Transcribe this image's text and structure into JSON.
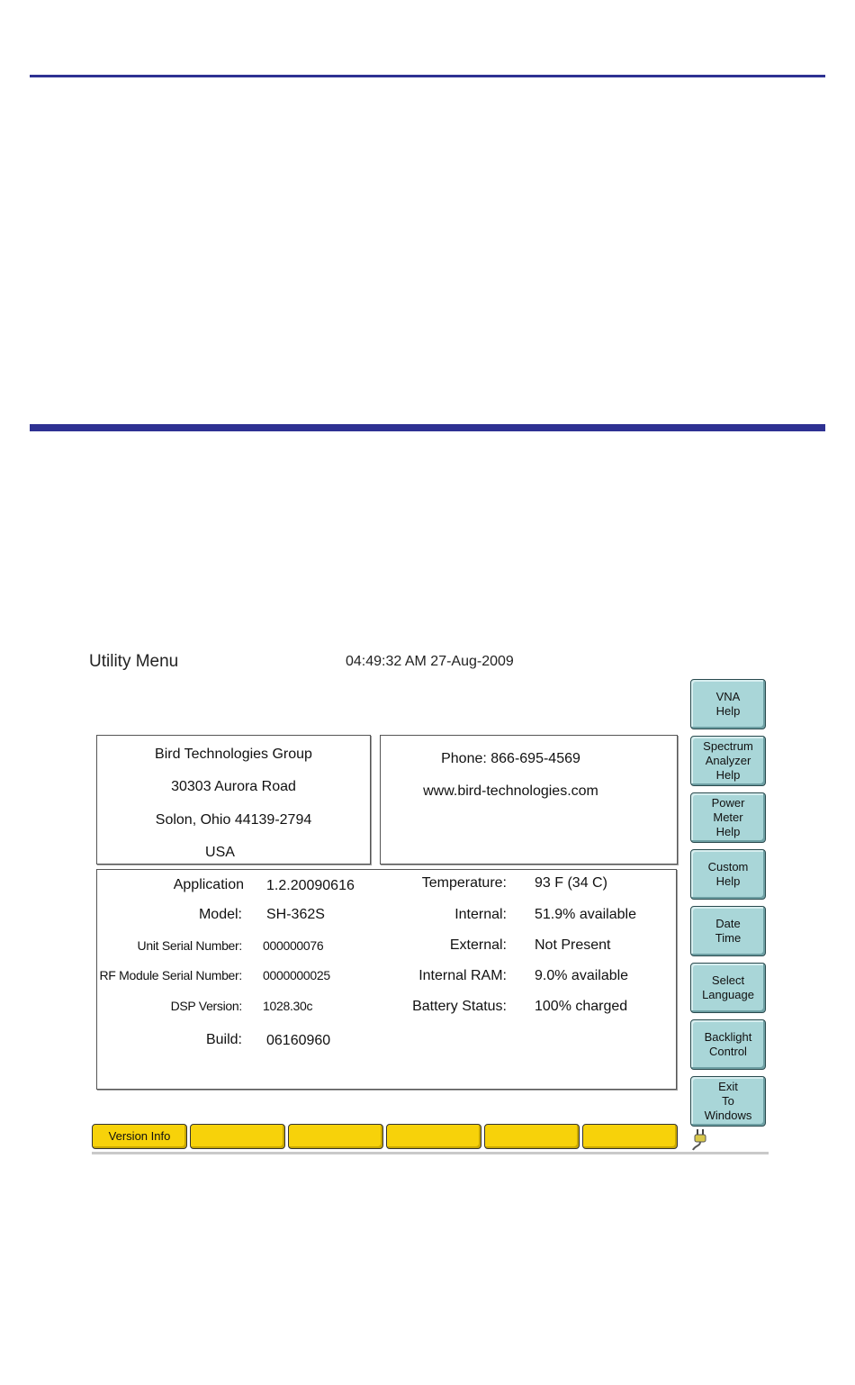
{
  "screen": {
    "title": "Utility Menu",
    "datetime": "04:49:32 AM 27-Aug-2009"
  },
  "address": {
    "line1": "Bird Technologies Group",
    "line2": "30303 Aurora Road",
    "line3": "Solon, Ohio 44139-2794",
    "line4": "USA"
  },
  "contact": {
    "phone": "Phone: 866-695-4569",
    "website": "www.bird-technologies.com"
  },
  "info": {
    "left": [
      {
        "label": "Application",
        "value": "1.2.20090616"
      },
      {
        "label": "Model:",
        "value": "SH-362S"
      },
      {
        "label": "Unit Serial Number:",
        "value": "000000076"
      },
      {
        "label": "RF Module Serial Number:",
        "value": "0000000025"
      },
      {
        "label": "DSP Version:",
        "value": "1028.30c"
      },
      {
        "label": "Build:",
        "value": "06160960"
      }
    ],
    "right": [
      {
        "label": "Temperature:",
        "value": "93 F (34 C)"
      },
      {
        "label": "Internal:",
        "value": "51.9% available"
      },
      {
        "label": "External:",
        "value": "Not Present"
      },
      {
        "label": "Internal RAM:",
        "value": "9.0% available"
      },
      {
        "label": "Battery Status:",
        "value": "100% charged"
      }
    ]
  },
  "softkeys": [
    "VNA\nHelp",
    "Spectrum\nAnalyzer\nHelp",
    "Power\nMeter\nHelp",
    "Custom\nHelp",
    "Date\nTime",
    "Select\nLanguage",
    "Backlight\nControl",
    "Exit\nTo\nWindows"
  ],
  "tabs": [
    "Version Info",
    "",
    "",
    "",
    "",
    ""
  ],
  "colors": {
    "rule": "#2e3192",
    "softkey": "#a9d6d8",
    "tab": "#f7d20a"
  },
  "icons": {
    "power": "plug-icon"
  }
}
